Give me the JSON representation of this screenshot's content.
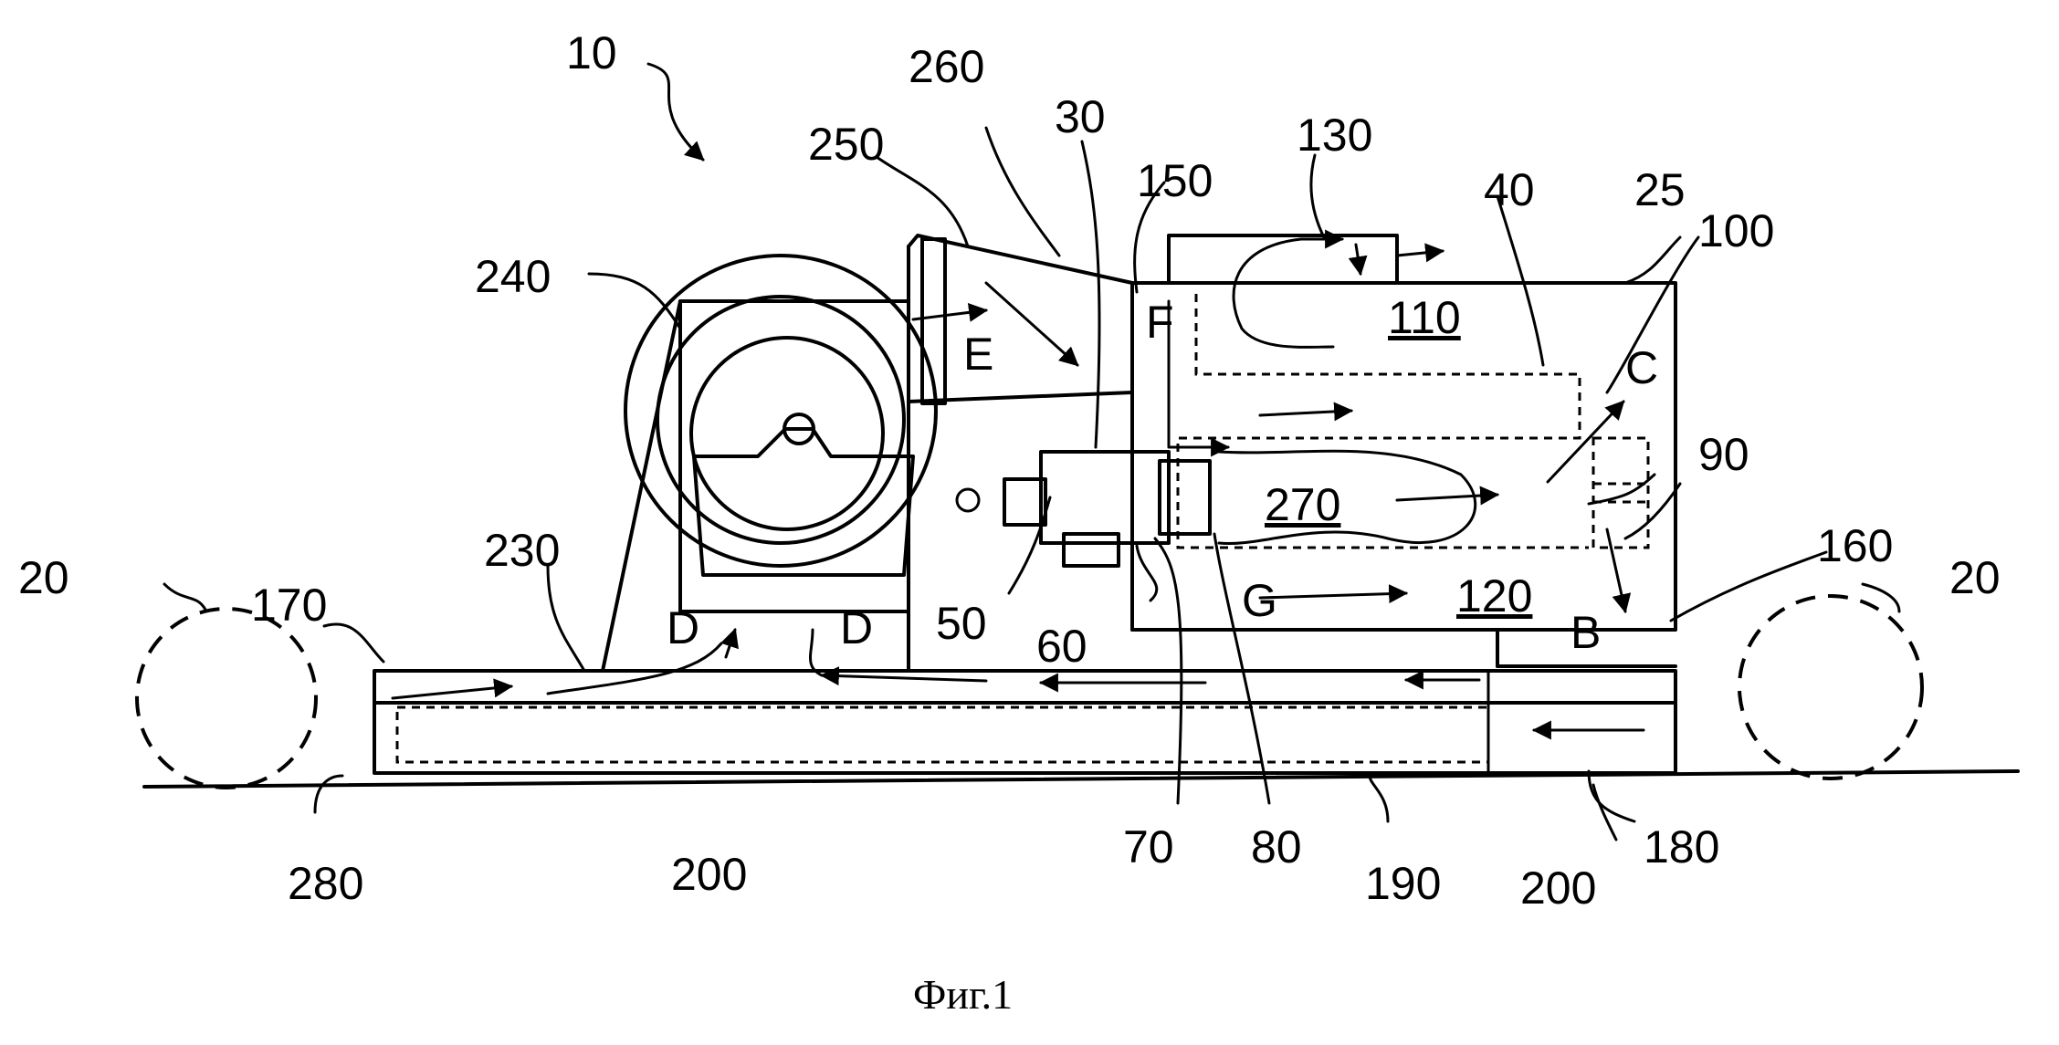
{
  "figure": {
    "caption": "Фиг.1",
    "labels": {
      "l10": "10",
      "l20a": "20",
      "l20b": "20",
      "l25": "25",
      "l30": "30",
      "l40": "40",
      "l50": "50",
      "l60": "60",
      "l70": "70",
      "l80": "80",
      "l90": "90",
      "l100": "100",
      "l110": "110",
      "l120": "120",
      "l130": "130",
      "l150": "150",
      "l160": "160",
      "l170": "170",
      "l180": "180",
      "l190": "190",
      "l200a": "200",
      "l200b": "200",
      "l230": "230",
      "l240": "240",
      "l250": "250",
      "l260": "260",
      "l270": "270",
      "l280": "280"
    },
    "flow_letters": {
      "B": "B",
      "C": "C",
      "D1": "D",
      "D2": "D",
      "E": "E",
      "F": "F",
      "G": "G"
    }
  }
}
